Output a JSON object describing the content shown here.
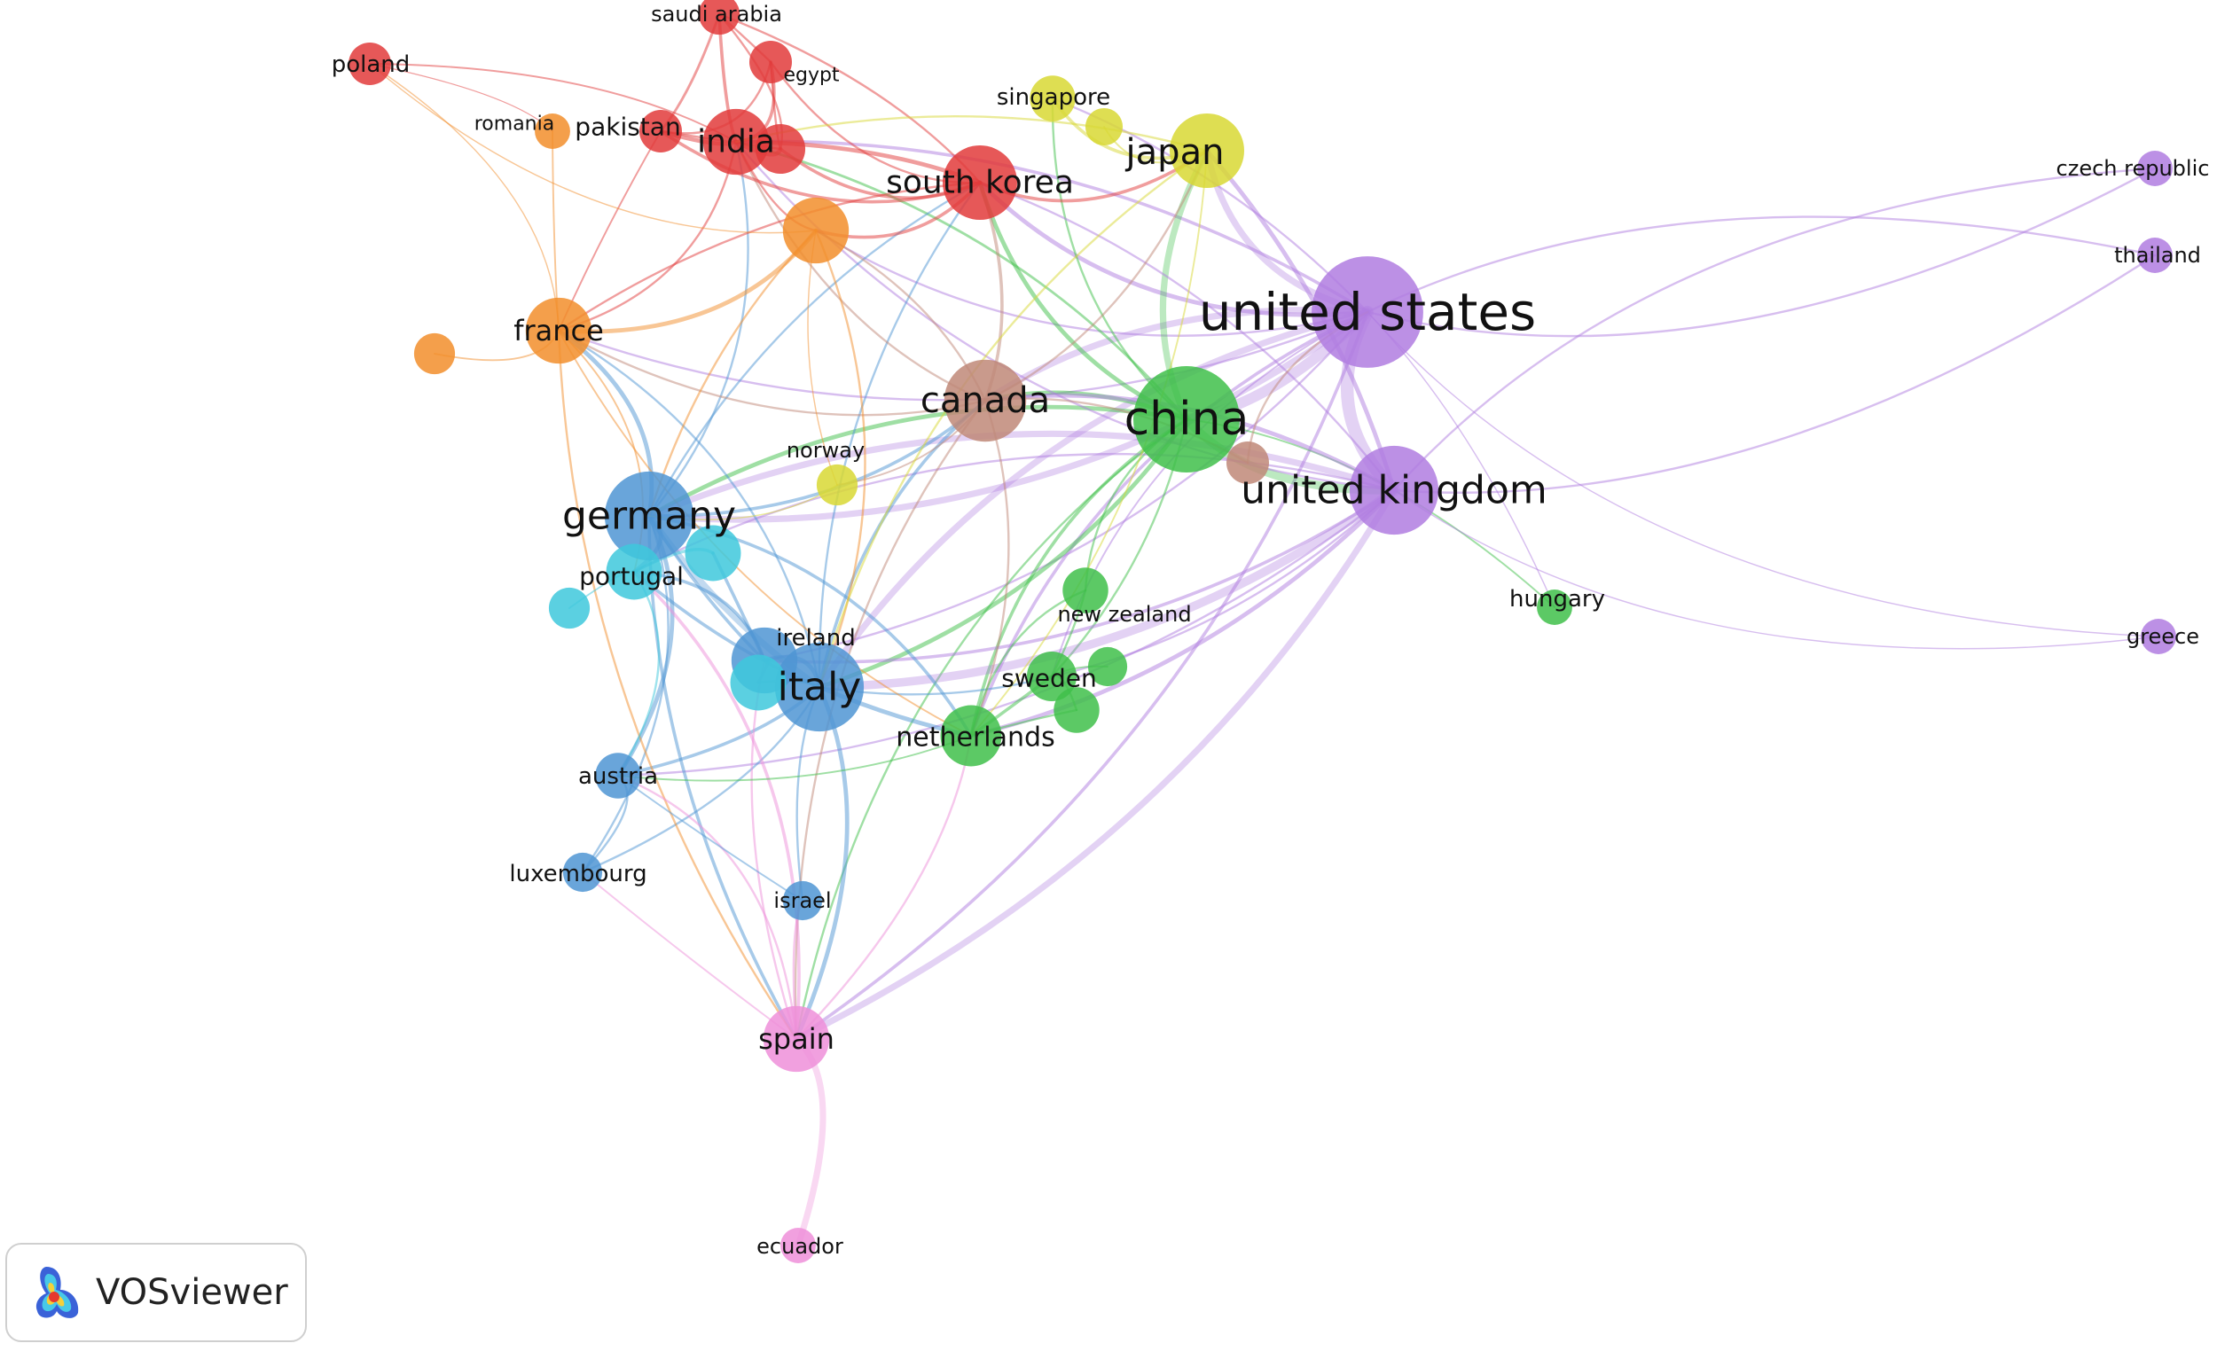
{
  "clusters": {
    "red": "#e23b3b",
    "orange": "#f28e2b",
    "yellow": "#d8d834",
    "purple": "#b07de0",
    "green": "#3fbf4a",
    "blue": "#4f95d4",
    "cyan": "#3ec8dc",
    "brown": "#c08878",
    "pink": "#ee8fd9"
  },
  "nodes": [
    {
      "id": "us",
      "label": "united states",
      "cluster": "purple",
      "weight": 10
    },
    {
      "id": "china",
      "label": "china",
      "cluster": "green",
      "weight": 9
    },
    {
      "id": "uk",
      "label": "united kingdom",
      "cluster": "purple",
      "weight": 6
    },
    {
      "id": "germany",
      "label": "germany",
      "cluster": "blue",
      "weight": 6
    },
    {
      "id": "italy",
      "label": "italy",
      "cluster": "blue",
      "weight": 6
    },
    {
      "id": "canada",
      "label": "canada",
      "cluster": "brown",
      "weight": 5
    },
    {
      "id": "japan",
      "label": "japan",
      "cluster": "yellow",
      "weight": 4
    },
    {
      "id": "southkorea",
      "label": "south korea",
      "cluster": "red",
      "weight": 4
    },
    {
      "id": "india",
      "label": "india",
      "cluster": "red",
      "weight": 3
    },
    {
      "id": "spain",
      "label": "spain",
      "cluster": "pink",
      "weight": 3
    },
    {
      "id": "france",
      "label": "france",
      "cluster": "orange",
      "weight": 3
    },
    {
      "id": "orangehub",
      "label": "",
      "cluster": "orange",
      "weight": 3
    },
    {
      "id": "netherlands",
      "label": "netherlands",
      "cluster": "green",
      "weight": 2.5
    },
    {
      "id": "ireland",
      "label": "ireland",
      "cluster": "blue",
      "weight": 3
    },
    {
      "id": "portugal",
      "label": "portugal",
      "cluster": "cyan",
      "weight": 2
    },
    {
      "id": "cyan2",
      "label": "",
      "cluster": "cyan",
      "weight": 2
    },
    {
      "id": "cyan3",
      "label": "",
      "cluster": "cyan",
      "weight": 2
    },
    {
      "id": "red2",
      "label": "",
      "cluster": "red",
      "weight": 1.5
    },
    {
      "id": "sweden",
      "label": "sweden",
      "cluster": "green",
      "weight": 1.5
    },
    {
      "id": "austria",
      "label": "austria",
      "cluster": "blue",
      "weight": 1.2
    },
    {
      "id": "pakistan",
      "label": "pakistan",
      "cluster": "red",
      "weight": 1
    },
    {
      "id": "singapore",
      "label": "singapore",
      "cluster": "yellow",
      "weight": 1.2
    },
    {
      "id": "newzealand",
      "label": "new zealand",
      "cluster": "green",
      "weight": 1.2
    },
    {
      "id": "green2",
      "label": "",
      "cluster": "green",
      "weight": 1.2
    },
    {
      "id": "brown2",
      "label": "",
      "cluster": "brown",
      "weight": 1
    },
    {
      "id": "norway",
      "label": "norway",
      "cluster": "yellow",
      "weight": 0.9
    },
    {
      "id": "israel",
      "label": "israel",
      "cluster": "blue",
      "weight": 0.8
    },
    {
      "id": "luxembourg",
      "label": "luxembourg",
      "cluster": "blue",
      "weight": 0.8
    },
    {
      "id": "egypt",
      "label": "egypt",
      "cluster": "red",
      "weight": 1
    },
    {
      "id": "saudiarabia",
      "label": "saudi arabia",
      "cluster": "red",
      "weight": 0.9
    },
    {
      "id": "poland",
      "label": "poland",
      "cluster": "red",
      "weight": 1
    },
    {
      "id": "romania",
      "label": "romania",
      "cluster": "orange",
      "weight": 0.6
    },
    {
      "id": "orange3",
      "label": "",
      "cluster": "orange",
      "weight": 0.9
    },
    {
      "id": "cyan4",
      "label": "",
      "cluster": "cyan",
      "weight": 0.9
    },
    {
      "id": "green3",
      "label": "",
      "cluster": "green",
      "weight": 0.8
    },
    {
      "id": "yellow2",
      "label": "",
      "cluster": "yellow",
      "weight": 0.7
    },
    {
      "id": "hungary",
      "label": "hungary",
      "cluster": "green",
      "weight": 0.6
    },
    {
      "id": "czech",
      "label": "czech republic",
      "cluster": "purple",
      "weight": 0.6
    },
    {
      "id": "thailand",
      "label": "thailand",
      "cluster": "purple",
      "weight": 0.6
    },
    {
      "id": "greece",
      "label": "greece",
      "cluster": "purple",
      "weight": 0.6
    },
    {
      "id": "ecuador",
      "label": "ecuador",
      "cluster": "pink",
      "weight": 0.6
    }
  ],
  "links": [
    [
      "us",
      "china",
      5
    ],
    [
      "us",
      "uk",
      6
    ],
    [
      "us",
      "japan",
      3
    ],
    [
      "us",
      "canada",
      3
    ],
    [
      "us",
      "germany",
      3
    ],
    [
      "us",
      "italy",
      3
    ],
    [
      "us",
      "southkorea",
      2
    ],
    [
      "us",
      "india",
      1.5
    ],
    [
      "us",
      "spain",
      1.5
    ],
    [
      "us",
      "netherlands",
      1.5
    ],
    [
      "us",
      "france",
      1
    ],
    [
      "us",
      "czech",
      1
    ],
    [
      "us",
      "thailand",
      1
    ],
    [
      "us",
      "greece",
      0.6
    ],
    [
      "us",
      "hungary",
      0.6
    ],
    [
      "us",
      "singapore",
      1
    ],
    [
      "us",
      "orangehub",
      1
    ],
    [
      "us",
      "sweden",
      0.8
    ],
    [
      "us",
      "ireland",
      1
    ],
    [
      "china",
      "uk",
      4
    ],
    [
      "china",
      "japan",
      3
    ],
    [
      "china",
      "canada",
      2
    ],
    [
      "china",
      "southkorea",
      2
    ],
    [
      "china",
      "germany",
      2
    ],
    [
      "china",
      "italy",
      2
    ],
    [
      "china",
      "netherlands",
      1.5
    ],
    [
      "china",
      "sweden",
      1
    ],
    [
      "china",
      "india",
      1.2
    ],
    [
      "china",
      "singapore",
      1
    ],
    [
      "china",
      "newzealand",
      1
    ],
    [
      "china",
      "hungary",
      0.8
    ],
    [
      "china",
      "spain",
      1
    ],
    [
      "uk",
      "italy",
      4
    ],
    [
      "uk",
      "germany",
      3
    ],
    [
      "uk",
      "spain",
      3
    ],
    [
      "uk",
      "canada",
      2
    ],
    [
      "uk",
      "netherlands",
      2
    ],
    [
      "uk",
      "japan",
      2
    ],
    [
      "uk",
      "czech",
      1
    ],
    [
      "uk",
      "thailand",
      1
    ],
    [
      "uk",
      "ireland",
      1.5
    ],
    [
      "uk",
      "southkorea",
      1
    ],
    [
      "uk",
      "india",
      1
    ],
    [
      "uk",
      "portugal",
      1
    ],
    [
      "uk",
      "sweden",
      1
    ],
    [
      "uk",
      "greece",
      0.6
    ],
    [
      "uk",
      "austria",
      1
    ],
    [
      "germany",
      "italy",
      3
    ],
    [
      "germany",
      "austria",
      2
    ],
    [
      "germany",
      "france",
      2
    ],
    [
      "germany",
      "portugal",
      2
    ],
    [
      "germany",
      "canada",
      1.5
    ],
    [
      "germany",
      "netherlands",
      1.5
    ],
    [
      "germany",
      "spain",
      1.5
    ],
    [
      "germany",
      "luxembourg",
      1
    ],
    [
      "germany",
      "ireland",
      1.5
    ],
    [
      "germany",
      "southkorea",
      1
    ],
    [
      "germany",
      "india",
      1
    ],
    [
      "italy",
      "spain",
      2
    ],
    [
      "italy",
      "netherlands",
      2
    ],
    [
      "italy",
      "canada",
      1.5
    ],
    [
      "italy",
      "ireland",
      2
    ],
    [
      "italy",
      "austria",
      1.5
    ],
    [
      "italy",
      "israel",
      1
    ],
    [
      "italy",
      "luxembourg",
      1
    ],
    [
      "italy",
      "sweden",
      1
    ],
    [
      "italy",
      "portugal",
      1.5
    ],
    [
      "italy",
      "france",
      1
    ],
    [
      "italy",
      "southkorea",
      1
    ],
    [
      "canada",
      "southkorea",
      1.5
    ],
    [
      "canada",
      "india",
      1
    ],
    [
      "canada",
      "japan",
      1
    ],
    [
      "canada",
      "netherlands",
      1
    ],
    [
      "canada",
      "spain",
      1
    ],
    [
      "canada",
      "france",
      1
    ],
    [
      "canada",
      "orangehub",
      1
    ],
    [
      "canada",
      "norway",
      0.8
    ],
    [
      "southkorea",
      "india",
      2
    ],
    [
      "southkorea",
      "pakistan",
      1.5
    ],
    [
      "southkorea",
      "japan",
      1.5
    ],
    [
      "southkorea",
      "egypt",
      1
    ],
    [
      "southkorea",
      "saudiarabia",
      1
    ],
    [
      "southkorea",
      "orangehub",
      1.5
    ],
    [
      "southkorea",
      "france",
      1
    ],
    [
      "southkorea",
      "red2",
      1.5
    ],
    [
      "india",
      "pakistan",
      2
    ],
    [
      "india",
      "saudiarabia",
      1.5
    ],
    [
      "india",
      "egypt",
      1.5
    ],
    [
      "india",
      "red2",
      2
    ],
    [
      "india",
      "orangehub",
      1
    ],
    [
      "india",
      "france",
      1
    ],
    [
      "india",
      "poland",
      0.8
    ],
    [
      "pakistan",
      "saudiarabia",
      1.2
    ],
    [
      "pakistan",
      "egypt",
      1
    ],
    [
      "pakistan",
      "red2",
      1
    ],
    [
      "pakistan",
      "france",
      0.8
    ],
    [
      "saudiarabia",
      "egypt",
      1
    ],
    [
      "red2",
      "saudiarabia",
      1
    ],
    [
      "red2",
      "egypt",
      1
    ],
    [
      "france",
      "orangehub",
      2
    ],
    [
      "france",
      "romania",
      0.8
    ],
    [
      "france",
      "poland",
      0.6
    ],
    [
      "france",
      "orange3",
      0.8
    ],
    [
      "france",
      "spain",
      1
    ],
    [
      "france",
      "portugal",
      0.8
    ],
    [
      "france",
      "netherlands",
      0.8
    ],
    [
      "orangehub",
      "poland",
      0.6
    ],
    [
      "orangehub",
      "norway",
      0.6
    ],
    [
      "orangehub",
      "italy",
      1
    ],
    [
      "orangehub",
      "germany",
      1
    ],
    [
      "japan",
      "singapore",
      1.5
    ],
    [
      "japan",
      "india",
      1
    ],
    [
      "japan",
      "netherlands",
      0.8
    ],
    [
      "japan",
      "italy",
      1
    ],
    [
      "spain",
      "ecuador",
      3
    ],
    [
      "spain",
      "portugal",
      1.5
    ],
    [
      "spain",
      "israel",
      1
    ],
    [
      "spain",
      "austria",
      1
    ],
    [
      "spain",
      "luxembourg",
      0.8
    ],
    [
      "spain",
      "netherlands",
      1
    ],
    [
      "spain",
      "ireland",
      1
    ],
    [
      "netherlands",
      "sweden",
      1.5
    ],
    [
      "netherlands",
      "newzealand",
      1
    ],
    [
      "netherlands",
      "green2",
      1
    ],
    [
      "netherlands",
      "austria",
      0.8
    ],
    [
      "ireland",
      "portugal",
      1.5
    ],
    [
      "ireland",
      "cyan2",
      1.5
    ],
    [
      "ireland",
      "cyan3",
      1.5
    ],
    [
      "portugal",
      "cyan2",
      1.5
    ],
    [
      "portugal",
      "cyan4",
      0.8
    ],
    [
      "portugal",
      "austria",
      1
    ],
    [
      "sweden",
      "newzealand",
      1
    ],
    [
      "sweden",
      "green2",
      1
    ],
    [
      "sweden",
      "green3",
      0.8
    ],
    [
      "austria",
      "luxembourg",
      1
    ],
    [
      "austria",
      "israel",
      0.8
    ],
    [
      "brown2",
      "us",
      1
    ],
    [
      "brown2",
      "canada",
      1
    ],
    [
      "norway",
      "germany",
      0.6
    ],
    [
      "yellow2",
      "japan",
      0.8
    ],
    [
      "poland",
      "romania",
      0.5
    ],
    [
      "cyan3",
      "italy",
      1.2
    ]
  ],
  "branding": {
    "label": "VOSviewer"
  }
}
